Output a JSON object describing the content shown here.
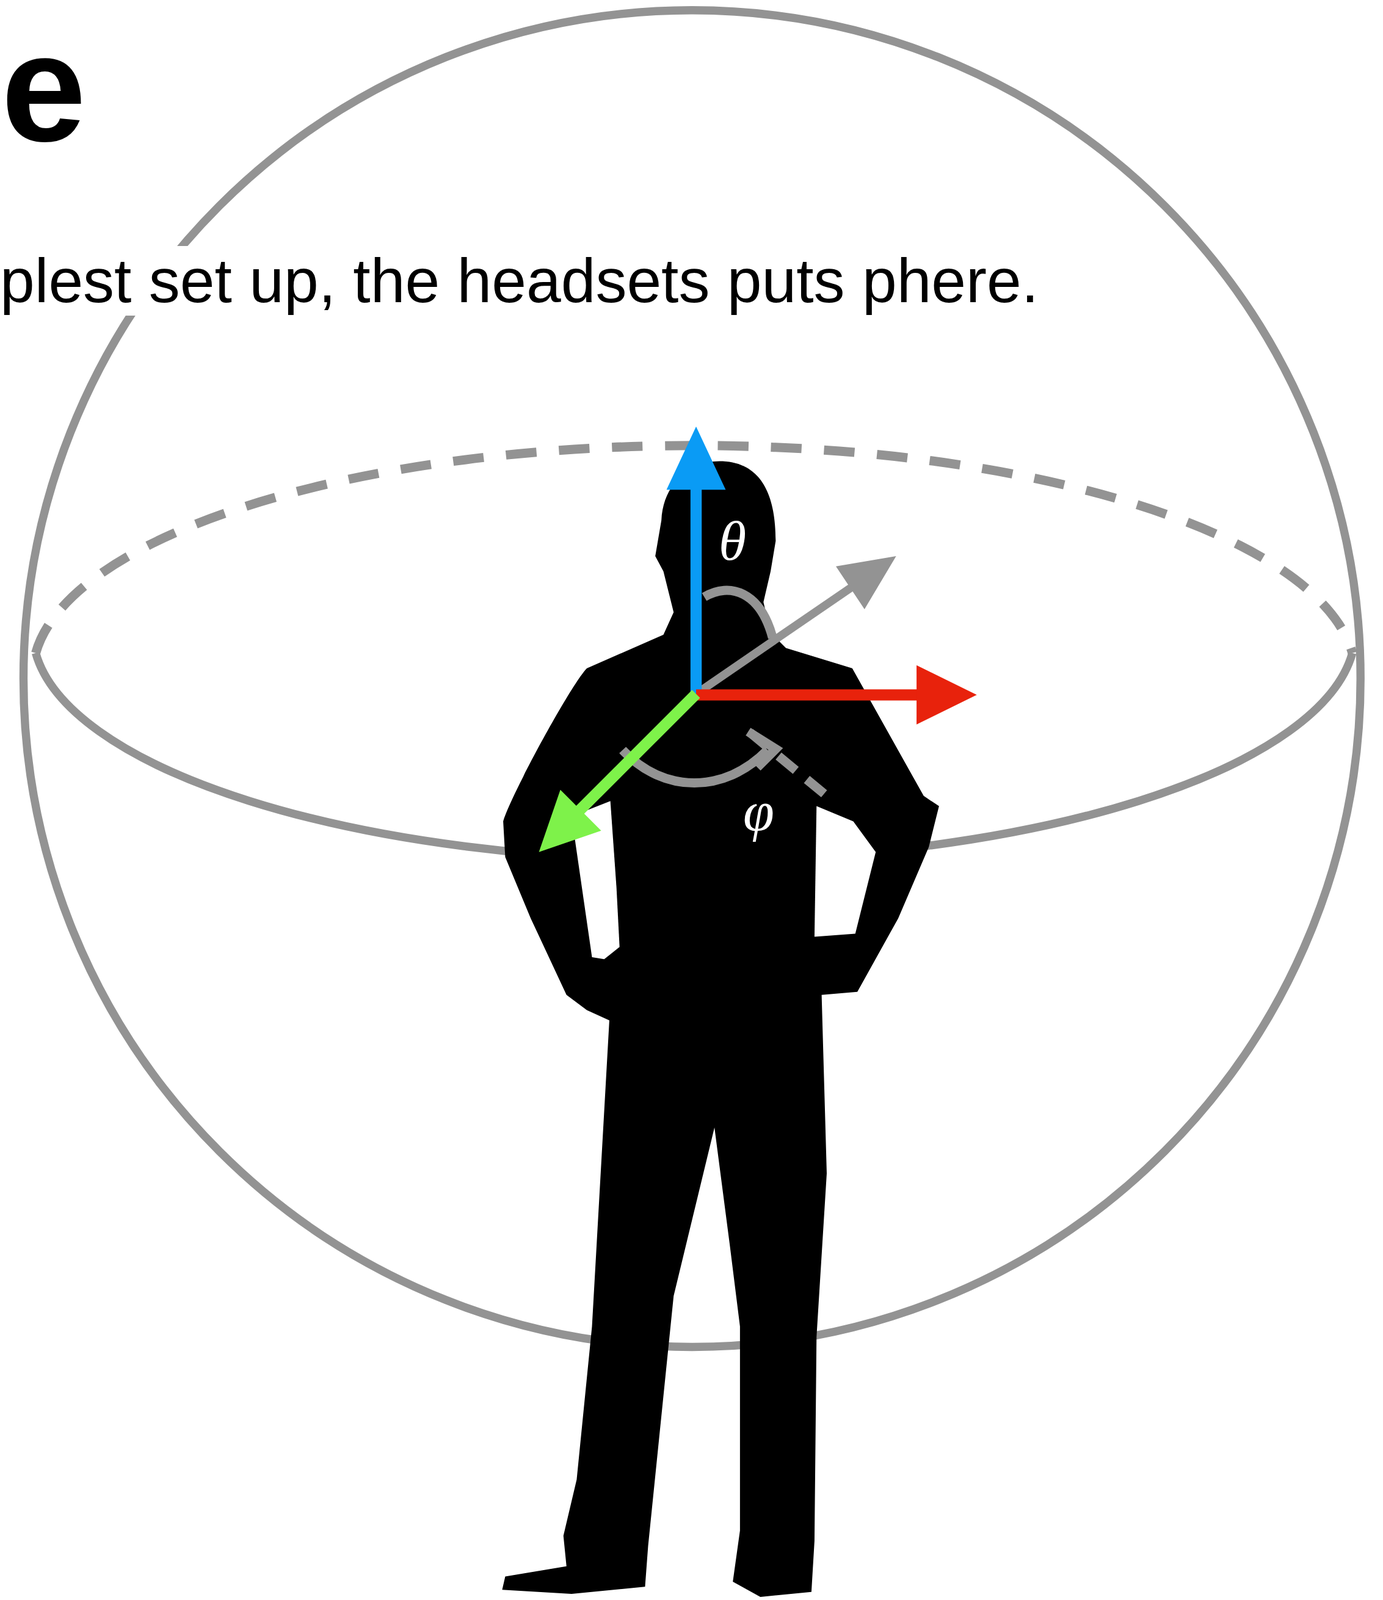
{
  "diagram": {
    "title": "e",
    "labels": [
      "plest set up, the headsets puts phere.",
      "θ",
      "φ"
    ]
  }
}
